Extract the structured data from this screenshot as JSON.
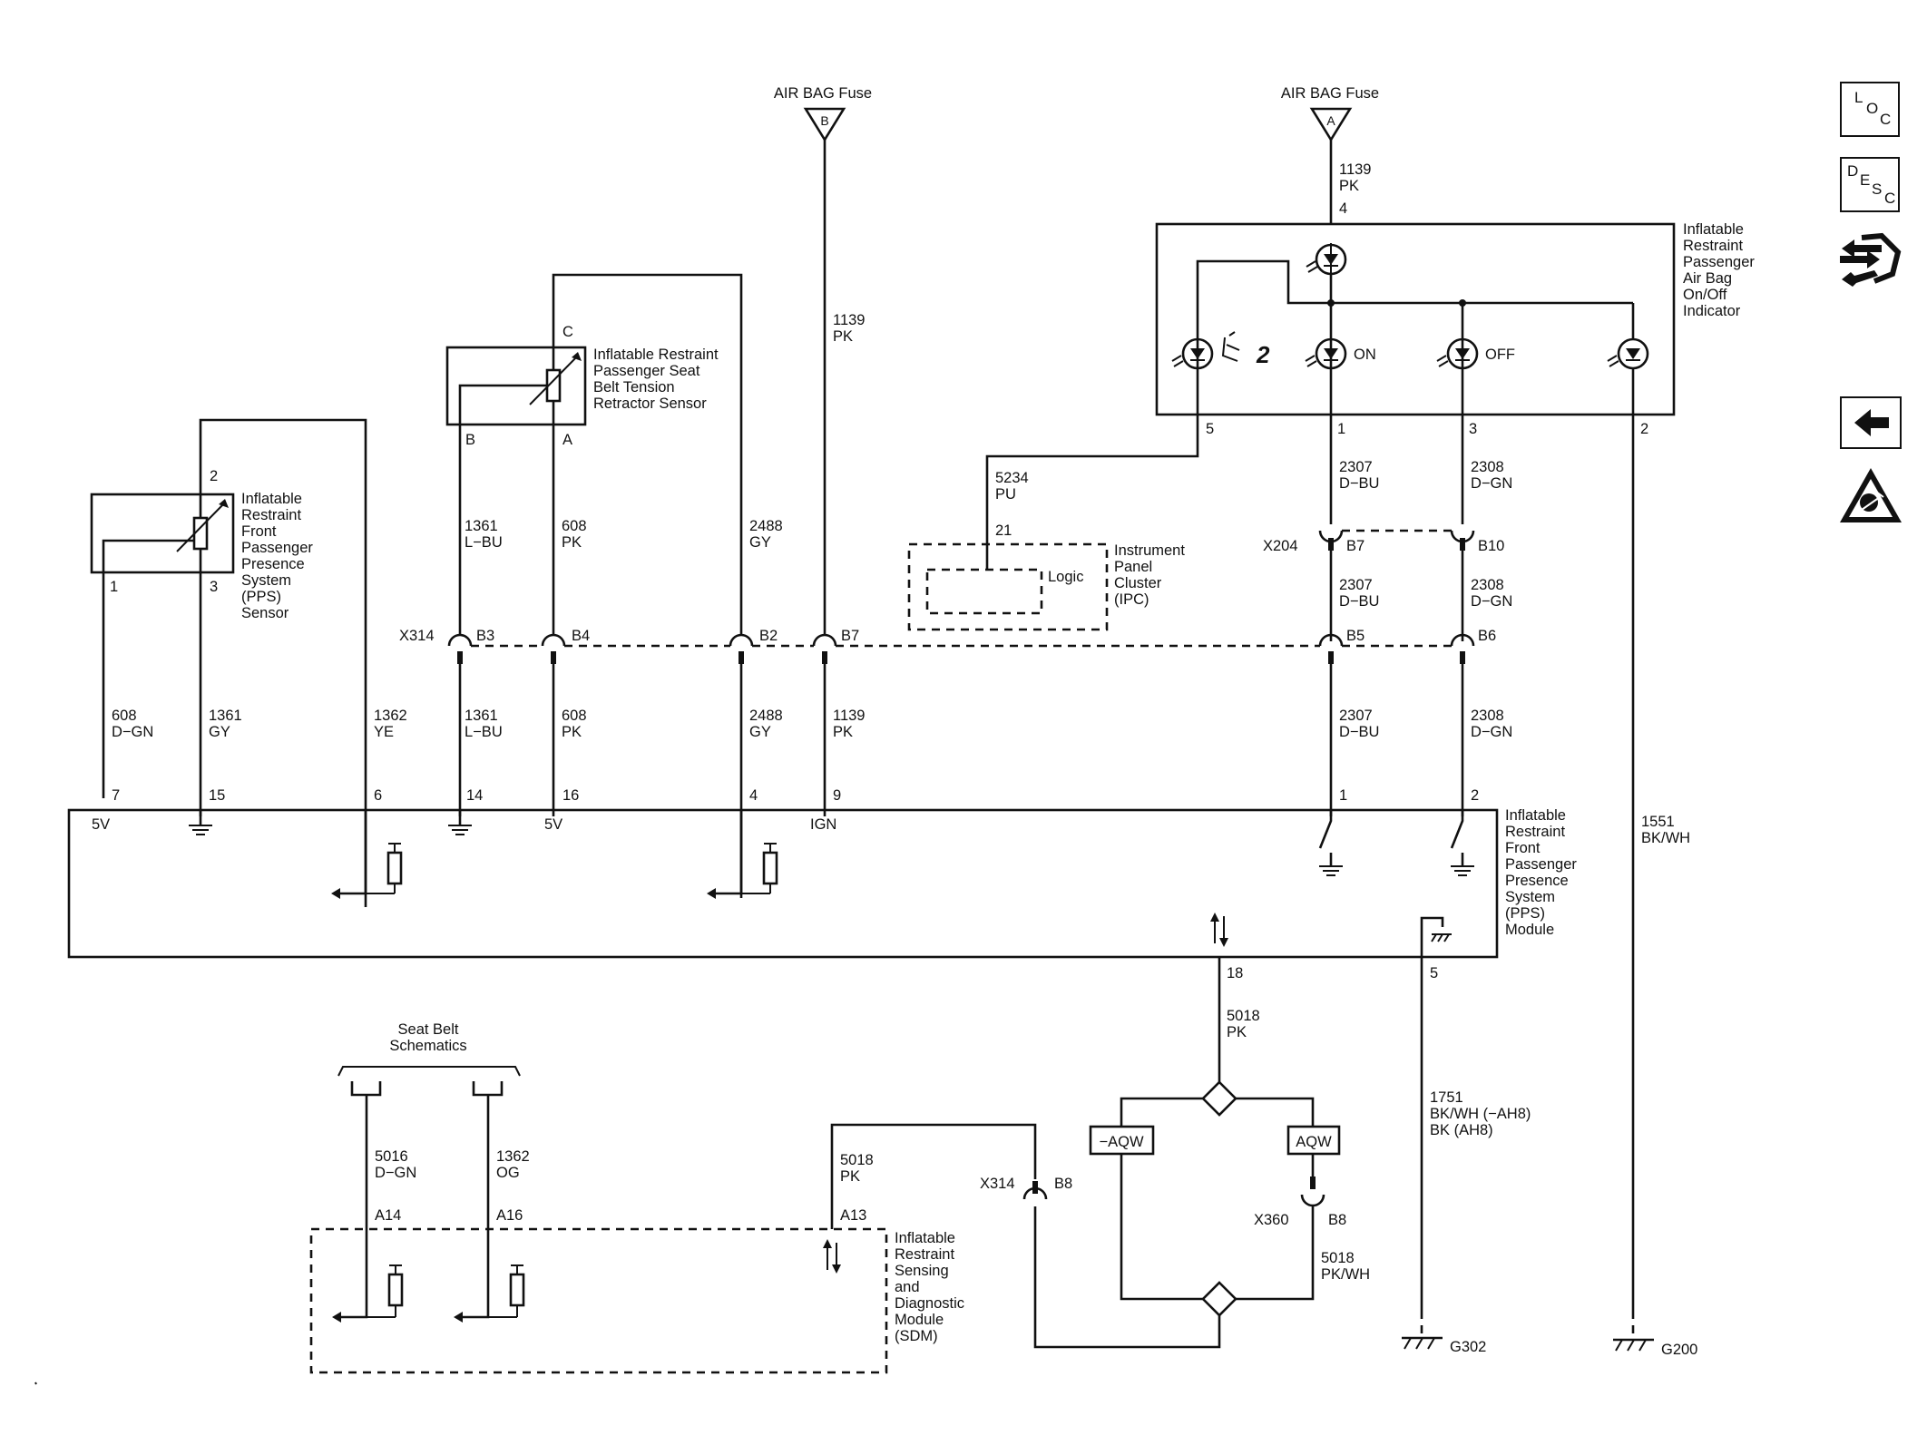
{
  "labels": {
    "fuse_b": "AIR BAG Fuse",
    "fuse_a": "AIR BAG Fuse",
    "fuse_b_letter": "B",
    "fuse_a_letter": "A",
    "ind_title": [
      "Inflatable",
      "Restraint",
      "Passenger",
      "Air Bag",
      "On/Off",
      "Indicator"
    ],
    "ind_on": "ON",
    "ind_off": "OFF",
    "pps_sensor": [
      "Inflatable",
      "Restraint",
      "Front",
      "Passenger",
      "Presence",
      "System",
      "(PPS)",
      "Sensor"
    ],
    "retractor": [
      "Inflatable Restraint",
      "Passenger Seat",
      "Belt Tension",
      "Retractor Sensor"
    ],
    "ipc": [
      "Instrument",
      "Panel",
      "Cluster",
      "(IPC)"
    ],
    "ipc_logic": "Logic",
    "pps_module": [
      "Inflatable",
      "Restraint",
      "Front",
      "Passenger",
      "Presence",
      "System",
      "(PPS)",
      "Module"
    ],
    "seat_belt": [
      "Seat Belt",
      "Schematics"
    ],
    "sdm": [
      "Inflatable",
      "Restraint",
      "Sensing",
      "and",
      "Diagnostic",
      "Module",
      "(SDM)"
    ],
    "neg_aqw": "−AQW",
    "aqw": "AQW",
    "g302": "G302",
    "g200": "G200",
    "x314": "X314",
    "x204": "X204",
    "x360": "X360",
    "v5": "5V",
    "ign": "IGN"
  },
  "wires": {
    "w1139_fuse": [
      "1139",
      "PK"
    ],
    "w1139_fuse_b": [
      "1139",
      "PK"
    ],
    "w1139_lower": [
      "1139",
      "PK"
    ],
    "w2307_upper": [
      "2307",
      "D−BU"
    ],
    "w2307_mid": [
      "2307",
      "D−BU"
    ],
    "w2307_lower": [
      "2307",
      "D−BU"
    ],
    "w2308_upper": [
      "2308",
      "D−GN"
    ],
    "w2308_mid": [
      "2308",
      "D−GN"
    ],
    "w2308_lower": [
      "2308",
      "D−GN"
    ],
    "w5234": [
      "5234",
      "PU"
    ],
    "w1361_upper": [
      "1361",
      "L−BU"
    ],
    "w1361_lower": [
      "1361",
      "L−BU"
    ],
    "w608_upper": [
      "608",
      "PK"
    ],
    "w608_lower": [
      "608",
      "PK"
    ],
    "w2488_upper": [
      "2488",
      "GY"
    ],
    "w2488_lower": [
      "2488",
      "GY"
    ],
    "w608_dgn": [
      "608",
      "D−GN"
    ],
    "w1361_gy": [
      "1361",
      "GY"
    ],
    "w1362_ye": [
      "1362",
      "YE"
    ],
    "w1551": [
      "1551",
      "BK/WH"
    ],
    "w5018_top": [
      "5018",
      "PK"
    ],
    "w5018_sdm": [
      "5018",
      "PK"
    ],
    "w5018_pkwh": [
      "5018",
      "PK/WH"
    ],
    "w1751": [
      "1751",
      "BK/WH (−AH8)",
      "BK (AH8)"
    ],
    "w5016": [
      "5016",
      "D−GN"
    ],
    "w1362_og": [
      "1362",
      "OG"
    ]
  },
  "pins": {
    "ind_4": "4",
    "ind_5": "5",
    "ind_1": "1",
    "ind_3": "3",
    "ind_2": "2",
    "ipc_21": "21",
    "ret_c": "C",
    "ret_b": "B",
    "ret_a": "A",
    "pps_2": "2",
    "pps_1": "1",
    "pps_3": "3",
    "x314_b3": "B3",
    "x314_b4": "B4",
    "x314_b2": "B2",
    "x314_b7": "B7",
    "x204_b7": "B7",
    "x204_b10": "B10",
    "x_b5": "B5",
    "x_b6": "B6",
    "m_7": "7",
    "m_15": "15",
    "m_6": "6",
    "m_14": "14",
    "m_16": "16",
    "m_4": "4",
    "m_9": "9",
    "m_1": "1",
    "m_2": "2",
    "m_18": "18",
    "m_5": "5",
    "x314_b8": "B8",
    "x360_b8": "B8",
    "sdm_a14": "A14",
    "sdm_a16": "A16",
    "sdm_a13": "A13"
  },
  "side_nav": {
    "loc": [
      "L",
      "O",
      "C"
    ],
    "desc": [
      "D",
      "E",
      "S",
      "C"
    ]
  }
}
